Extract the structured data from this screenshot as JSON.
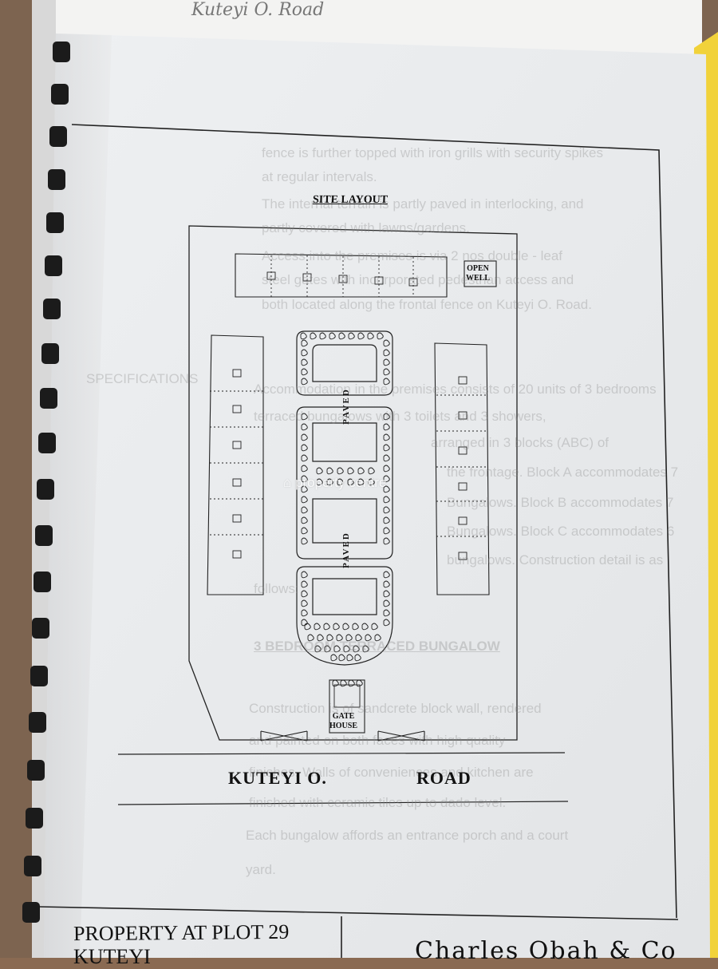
{
  "document": {
    "handwriting": "Kuteyi O. Road",
    "title": "SITE LAYOUT",
    "open_well": [
      "OPEN",
      "WELL"
    ],
    "paved_label": "PAVED",
    "gate_house": [
      "GATE",
      "HOUSE"
    ],
    "road_name_part1": "KUTEYI O.",
    "road_name_part2": "ROAD",
    "footer_property": "PROPERTY AT PLOT 29",
    "footer_address": "KUTEYI",
    "footer_firm": "Charles Obah & Co",
    "watermark": "property centre",
    "background_text": [
      "fence is further topped with iron grills with security spikes",
      "at regular intervals.",
      "The internal terrain is partly paved in interlocking, and",
      "partly covered with lawns/gardens.",
      "Access into the premises is via 2 nos double - leaf",
      "steel gates with incorporated pedestrian access and",
      "both located along the frontal fence on Kuteyi O. Road.",
      "Accommodation in the premises consists of 20 units of 3 bedrooms",
      "terraced bungalows with 3 toilets and 3 showers,",
      "arranged in 3 blocks (ABC) of",
      "the frontage. Block A accommodates 7",
      "Bungalows. Block B accommodates 7",
      "Bungalows. Block C accommodates 6",
      "bungalows. Construction detail is as",
      "follows:",
      "3 BEDROOM TERRACED BUNGALOW",
      "Construction is of sandcrete block wall, rendered",
      "and painted on both faces with high quality",
      "finishes. Walls of conveniences and kitchen are",
      "finished with ceramic tiles up to dado level.",
      "Each bungalow affords an entrance porch and a court",
      "yard."
    ],
    "side_label": "SPECIFICATIONS"
  }
}
